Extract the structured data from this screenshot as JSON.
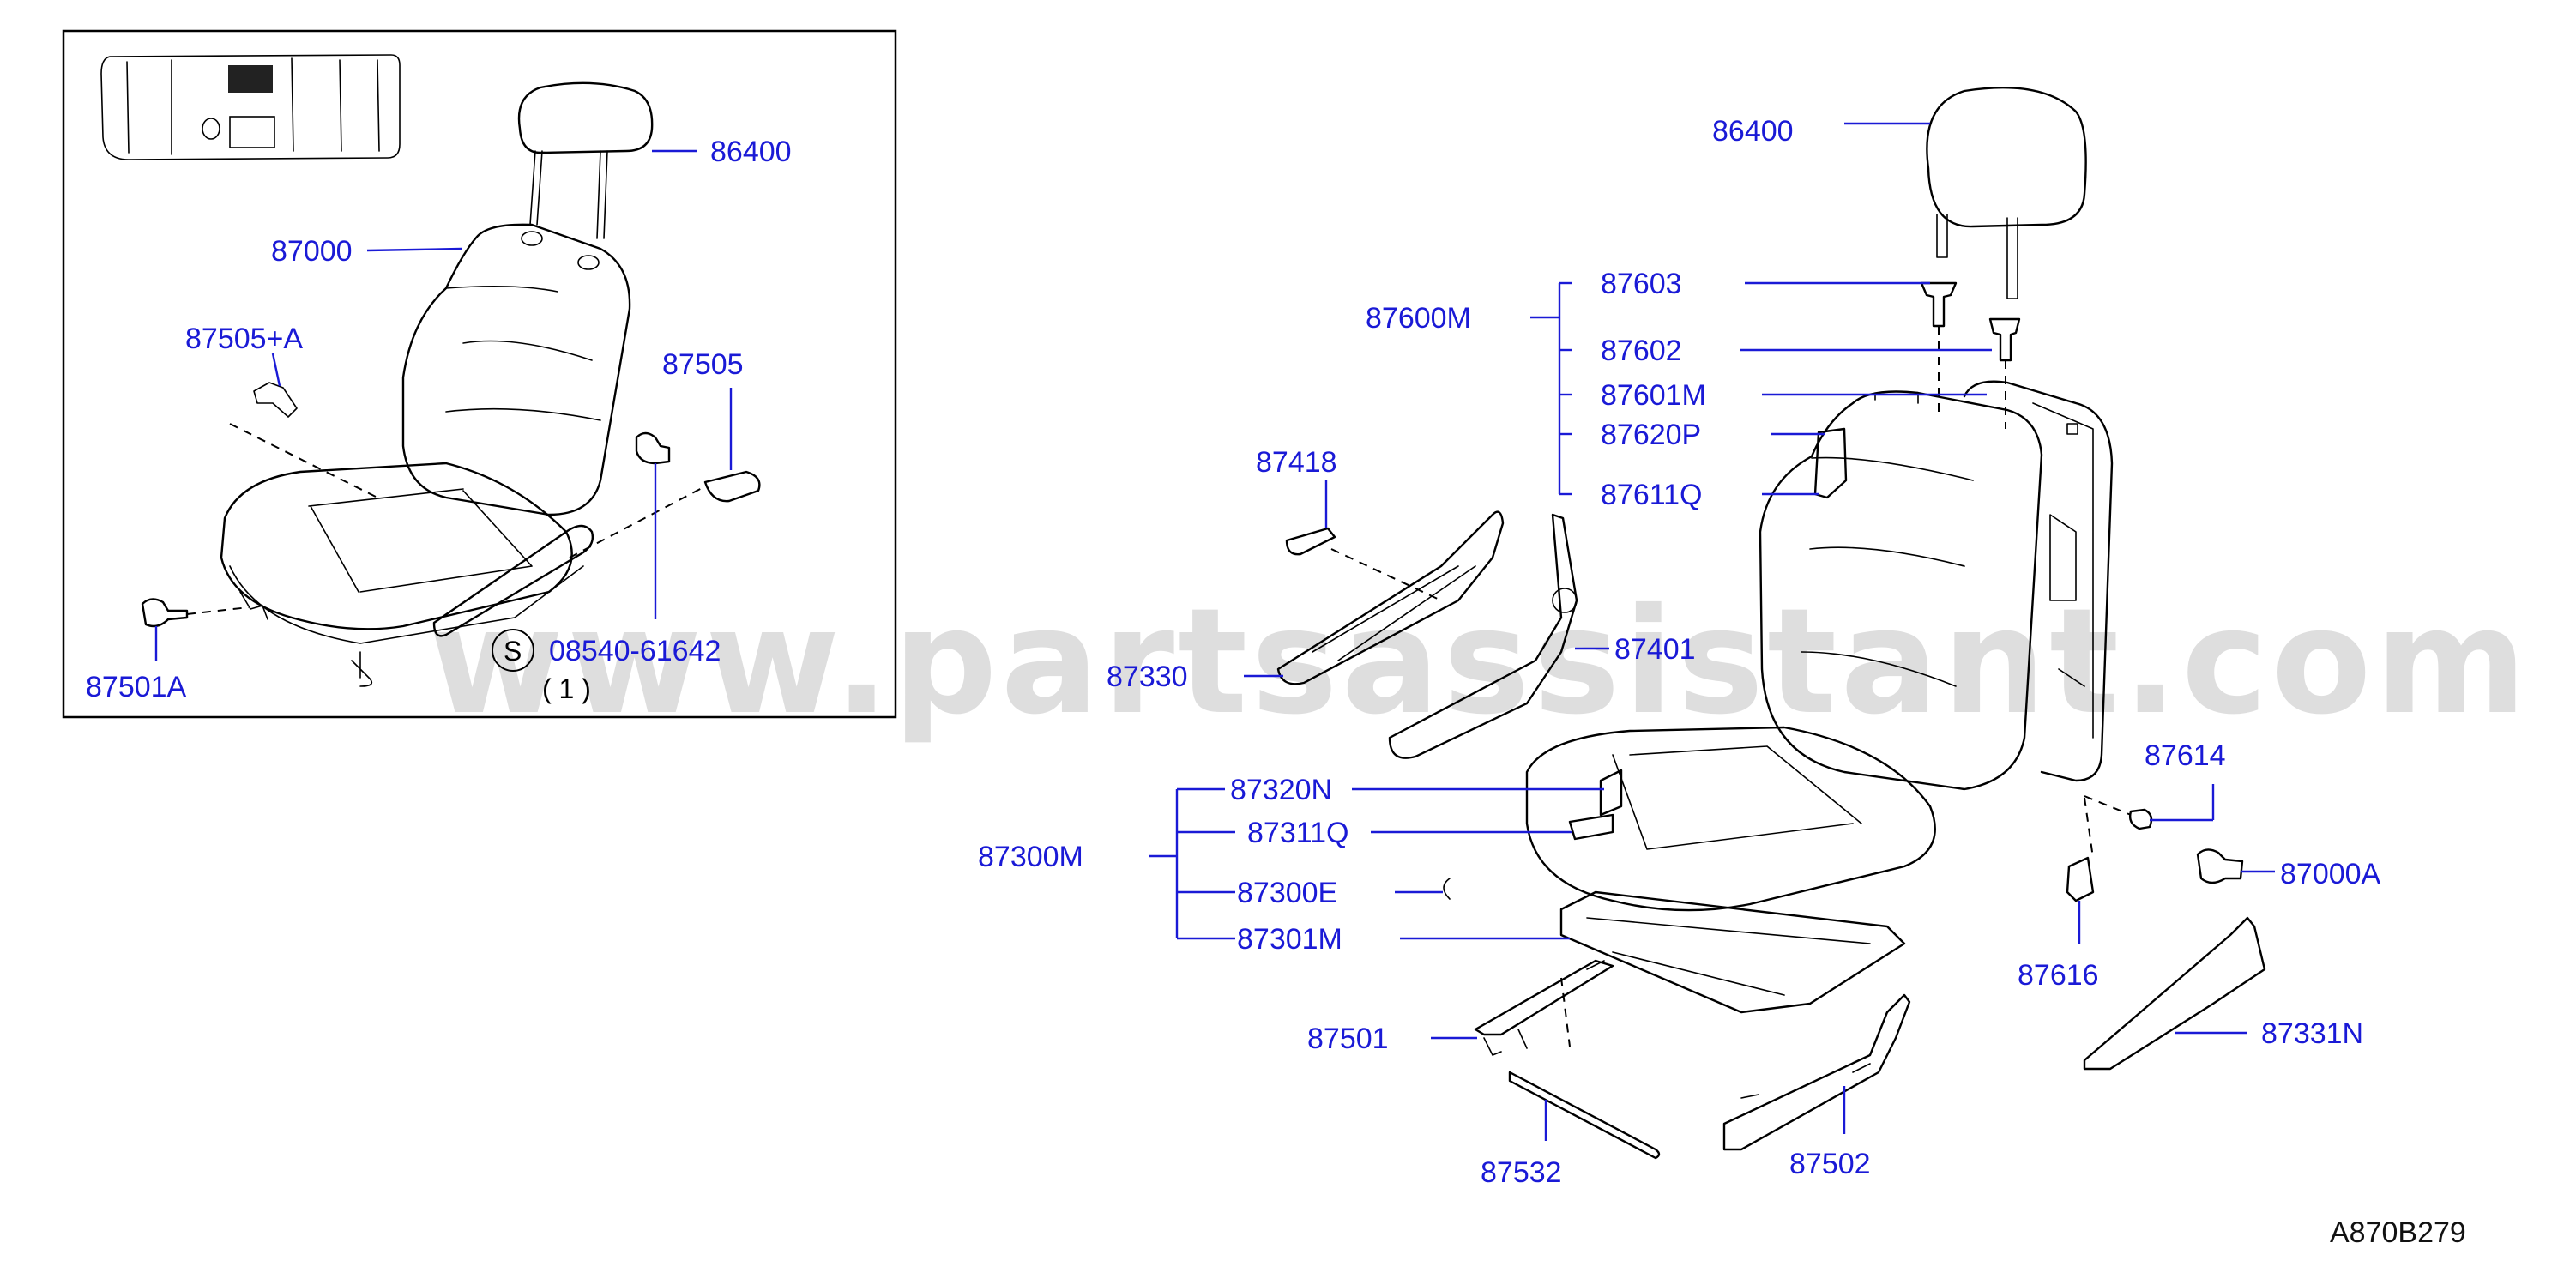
{
  "watermark": "www.partsassistant.com",
  "diagram_id": "A870B279",
  "inset": {
    "labels": {
      "headrest": "86400",
      "seat": "87000",
      "lever_a": "87505+A",
      "lever": "87505",
      "bolt": "87501A",
      "screw": "08540-61642",
      "screw_symbol": "S",
      "screw_qty": "( 1 )"
    }
  },
  "main": {
    "labels": {
      "headrest": "86400",
      "back_group": "87600M",
      "b1": "87603",
      "b2": "87602",
      "b3": "87601M",
      "b4": "87620P",
      "b5": "87611Q",
      "p87418": "87418",
      "p87330": "87330",
      "p87401": "87401",
      "cushion_group": "87300M",
      "c1": "87320N",
      "c2": "87311Q",
      "c3": "87300E",
      "c4": "87301M",
      "p87501": "87501",
      "p87532": "87532",
      "p87502": "87502",
      "p87614": "87614",
      "p87000A": "87000A",
      "p87616": "87616",
      "p87331N": "87331N"
    }
  }
}
